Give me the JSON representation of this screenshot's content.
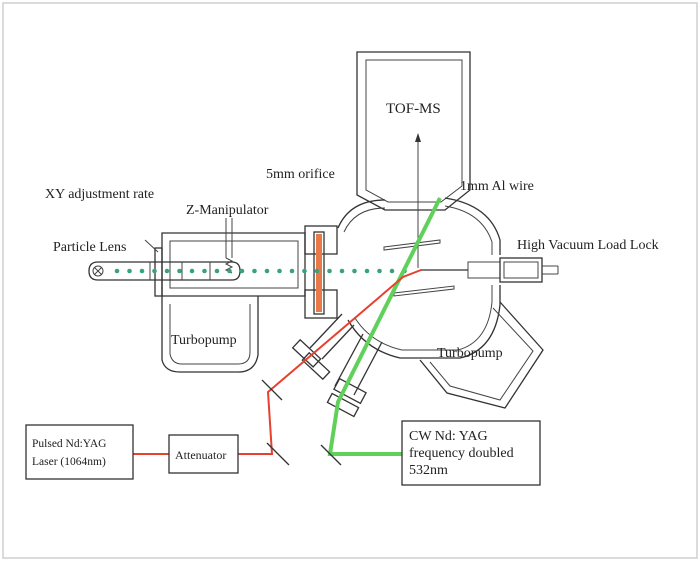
{
  "labels": {
    "tof_ms": "TOF-MS",
    "orifice": "5mm orifice",
    "al_wire": "1mm Al wire",
    "xy_adjust": "XY adjustment rate",
    "z_manip": "Z-Manipulator",
    "particle_lens": "Particle Lens",
    "load_lock": "High Vacuum Load Lock",
    "turbopump_left": "Turbopump",
    "turbopump_right": "Turbopump",
    "pulsed_laser_line1": "Pulsed Nd:YAG",
    "pulsed_laser_line2": "Laser (1064nm)",
    "attenuator": "Attenuator",
    "cw_laser_line1": "CW Nd: YAG",
    "cw_laser_line2": "frequency doubled",
    "cw_laser_line3": "532nm"
  },
  "colors": {
    "red_beam": "#e8402f",
    "green_beam": "#5fd05a",
    "particles": "#3aa17f",
    "orifice": "#e87a4a",
    "border": "#cfcfcf"
  }
}
